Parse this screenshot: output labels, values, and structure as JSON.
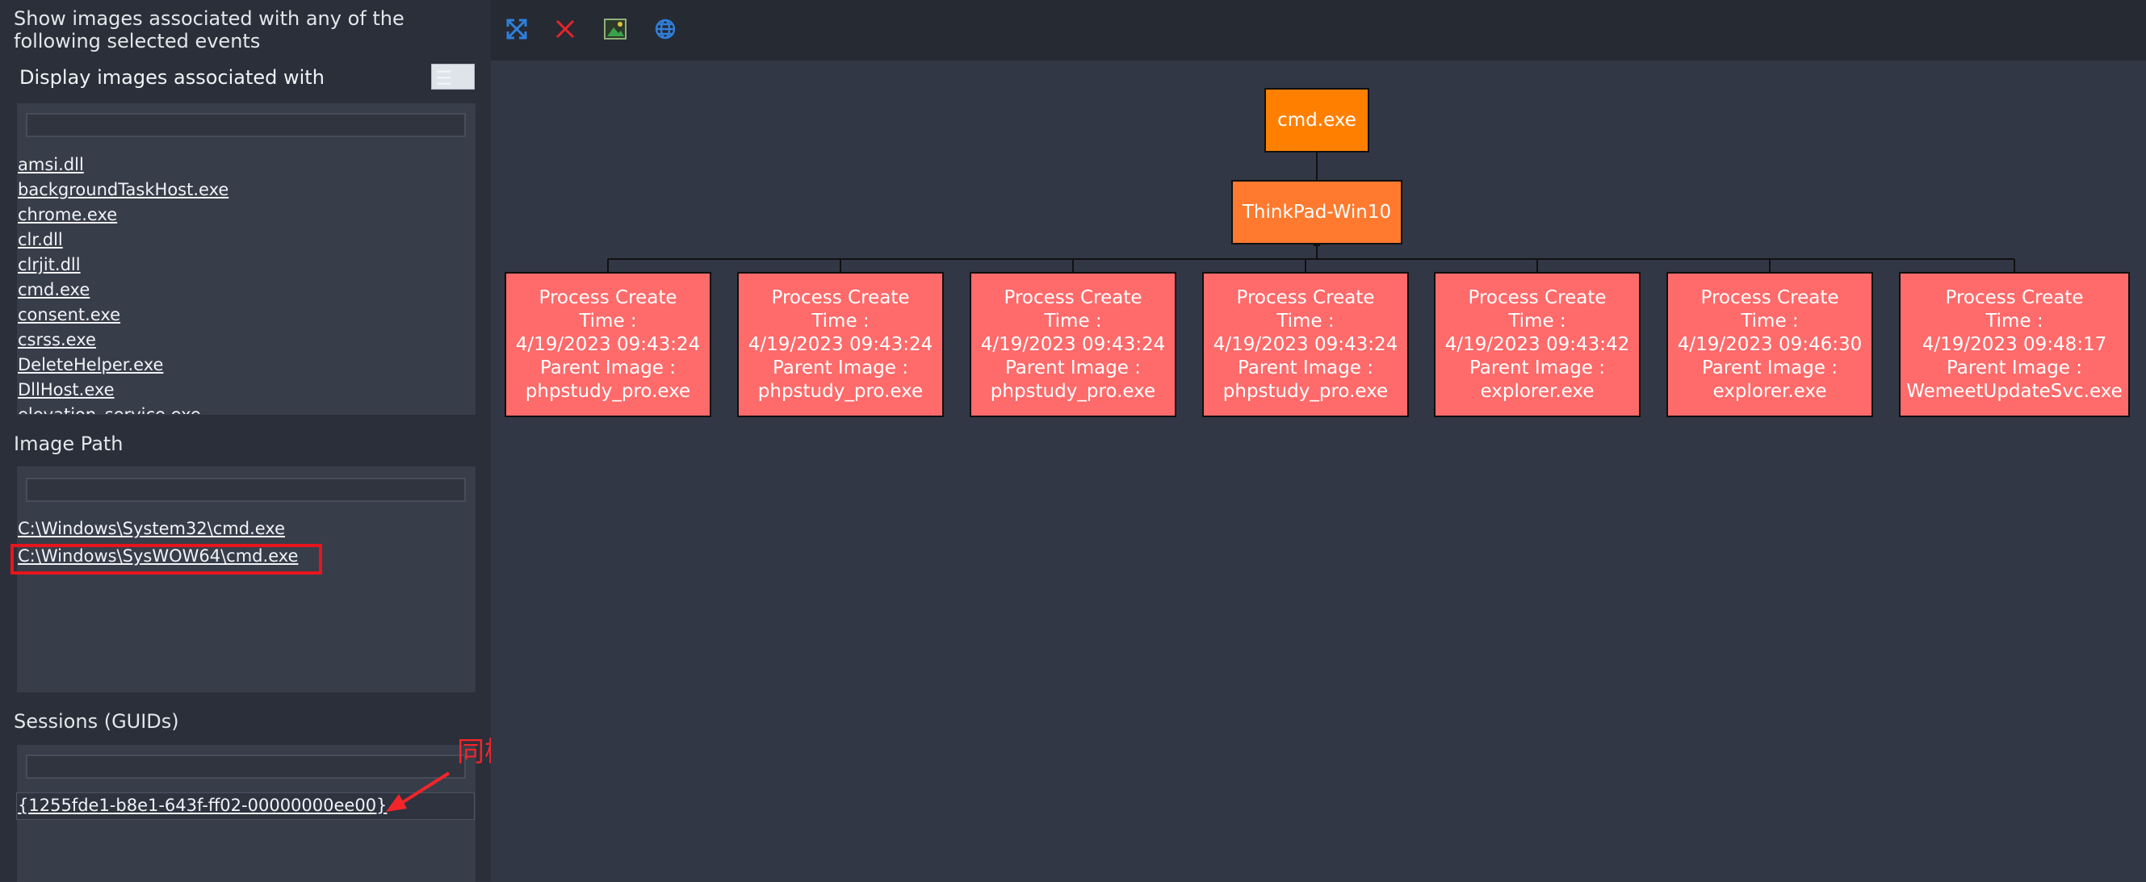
{
  "filters": {
    "header": "Show images associated with any of the following selected events",
    "display_label": "Display images associated with",
    "list_button_icon": "list-icon",
    "images": [
      "amsi.dll",
      "backgroundTaskHost.exe",
      "chrome.exe",
      "clr.dll",
      "clrjit.dll",
      "cmd.exe",
      "consent.exe",
      "csrss.exe",
      "DeleteHelper.exe",
      "DllHost.exe",
      "elevation_service.exe"
    ],
    "image_path_title": "Image Path",
    "image_paths": [
      "C:\\Windows\\System32\\cmd.exe",
      "C:\\Windows\\SysWOW64\\cmd.exe"
    ],
    "sessions_title": "Sessions (GUIDs)",
    "sessions": [
      "{1255fde1-b8e1-643f-ff02-00000000ee00}"
    ]
  },
  "annotation": "同样都点一遍",
  "toolbar": {
    "icons": [
      "expand-icon",
      "close-icon",
      "image-icon",
      "globe-icon"
    ]
  },
  "graph": {
    "root": "cmd.exe",
    "host": "ThinkPad-Win10",
    "events": [
      "Process Create\nTime :\n4/19/2023 09:43:24\nParent Image :\nphpstudy_pro.exe",
      "Process Create\nTime :\n4/19/2023 09:43:24\nParent Image :\nphpstudy_pro.exe",
      "Process Create\nTime :\n4/19/2023 09:43:24\nParent Image :\nphpstudy_pro.exe",
      "Process Create\nTime :\n4/19/2023 09:43:24\nParent Image :\nphpstudy_pro.exe",
      "Process Create\nTime :\n4/19/2023 09:43:42\nParent Image :\nexplorer.exe",
      "Process Create\nTime :\n4/19/2023 09:46:30\nParent Image :\nexplorer.exe",
      "Process Create\nTime :\n4/19/2023 09:48:17\nParent Image :\nWemeetUpdateSvc.exe"
    ]
  },
  "colors": {
    "root_node": "#ff8000",
    "host_node": "#ff7a2e",
    "event_node": "#ff6a6a",
    "highlight": "#e8151d"
  }
}
